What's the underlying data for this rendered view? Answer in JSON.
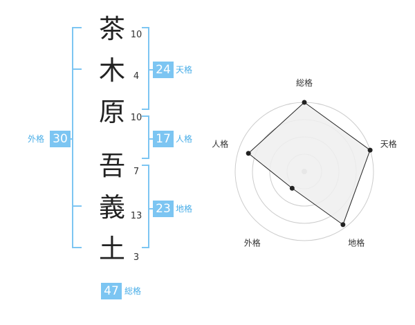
{
  "name_chars": [
    {
      "char": "茶",
      "strokes": "10"
    },
    {
      "char": "木",
      "strokes": "4"
    },
    {
      "char": "原",
      "strokes": "10"
    },
    {
      "char": "吾",
      "strokes": "7"
    },
    {
      "char": "義",
      "strokes": "13"
    },
    {
      "char": "土",
      "strokes": "3"
    }
  ],
  "fortunes": {
    "tenkaku": {
      "value": "24",
      "label": "天格"
    },
    "jinkaku": {
      "value": "17",
      "label": "人格"
    },
    "chikaku": {
      "value": "23",
      "label": "地格"
    },
    "gaikaku": {
      "value": "30",
      "label": "外格"
    },
    "soukaku": {
      "value": "47",
      "label": "総格"
    }
  },
  "radar": {
    "axes": [
      "総格",
      "天格",
      "地格",
      "外格",
      "人格"
    ],
    "values": [
      1.0,
      1.0,
      0.95,
      0.3,
      0.85
    ],
    "colors": {
      "grid": "#cccccc",
      "fill": "#efefef",
      "line": "#222222",
      "point": "#222222",
      "center": "#bbbbbb"
    }
  },
  "colors": {
    "accent": "#7cc5f2",
    "accent_text": "#4aaee8",
    "bracket": "#7cc5f2"
  }
}
